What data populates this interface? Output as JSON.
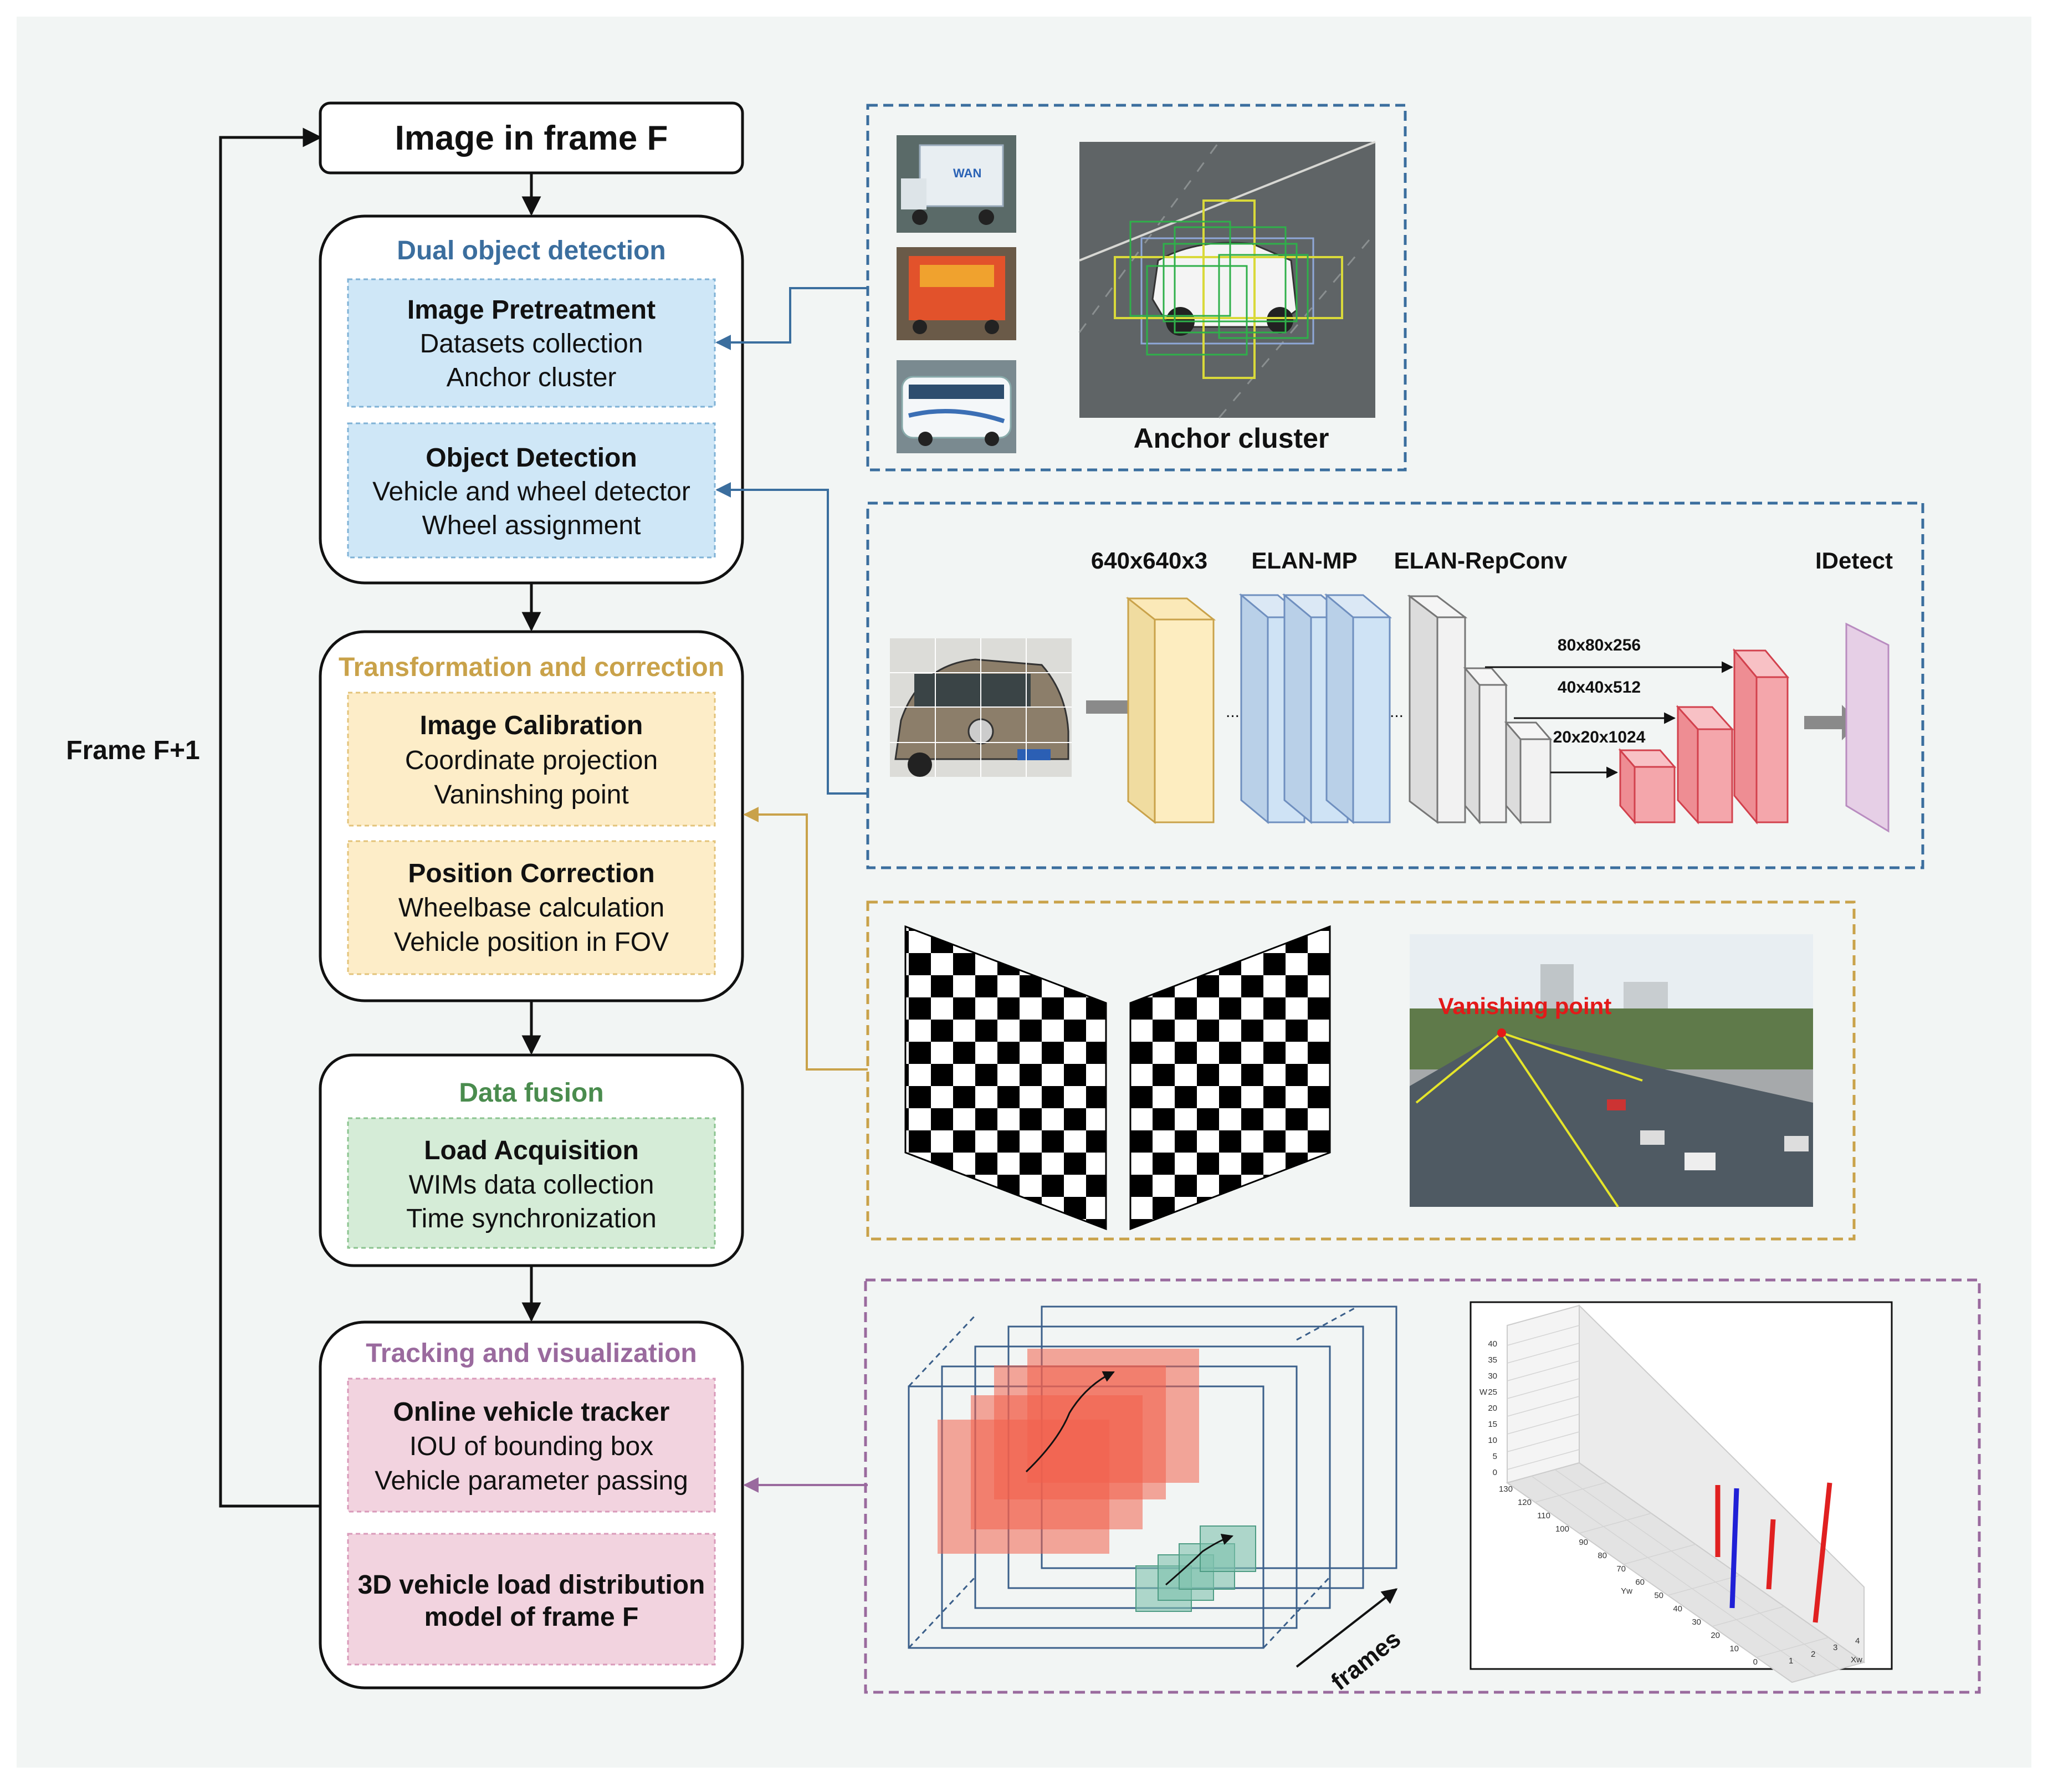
{
  "flow": {
    "top_box": "Image in frame F",
    "loop_label": "Frame F+1",
    "modules": [
      {
        "title": "Dual object detection",
        "title_color": "#3b6e9e",
        "fill": "#cfe7f7",
        "blocks": [
          {
            "heading": "Image Pretreatment",
            "lines": [
              "Datasets collection",
              "Anchor cluster"
            ]
          },
          {
            "heading": "Object Detection",
            "lines": [
              "Vehicle and wheel detector",
              "Wheel assignment"
            ]
          }
        ]
      },
      {
        "title": "Transformation and correction",
        "title_color": "#c9a24a",
        "fill": "#fdedc8",
        "blocks": [
          {
            "heading": "Image Calibration",
            "lines": [
              "Coordinate projection",
              "Vaninshing point"
            ]
          },
          {
            "heading": "Position Correction",
            "lines": [
              "Wheelbase calculation",
              "Vehicle position in FOV"
            ]
          }
        ]
      },
      {
        "title": "Data fusion",
        "title_color": "#4a8c4e",
        "fill": "#d5ecd7",
        "blocks": [
          {
            "heading": "Load Acquisition",
            "lines": [
              "WIMs data collection",
              "Time synchronization"
            ]
          }
        ]
      },
      {
        "title": "Tracking and visualization",
        "title_color": "#9a6a9e",
        "fill": "#f2d3df",
        "blocks": [
          {
            "heading": "Online vehicle tracker",
            "lines": [
              "IOU of bounding box",
              "Vehicle  parameter passing"
            ]
          },
          {
            "heading": "3D vehicle load distribution",
            "lines": [
              "model of frame F"
            ],
            "all_bold": true
          }
        ]
      }
    ]
  },
  "panels": {
    "anchor": {
      "caption": "Anchor cluster",
      "color": "#3b6e9e"
    },
    "network": {
      "color": "#3b6e9e",
      "labels": [
        "640x640x3",
        "ELAN-MP",
        "ELAN-RepConv",
        "IDetect"
      ],
      "scales": [
        "80x80x256",
        "40x40x512",
        "20x20x1024"
      ],
      "ellipsis": "..."
    },
    "calibration": {
      "color": "#c9a24a",
      "vanishing_label": "Vanishing point"
    },
    "tracking": {
      "color": "#9a6a9e",
      "frames_label": "frames",
      "plot": {
        "w_ticks": [
          "40",
          "35",
          "30",
          "25",
          "20",
          "15",
          "10",
          "5",
          "0"
        ],
        "w_label": "W",
        "yw_ticks": [
          "130",
          "120",
          "110",
          "100",
          "90",
          "80",
          "70",
          "60",
          "50",
          "40",
          "30",
          "20",
          "10",
          "0"
        ],
        "yw_label": "Yw",
        "xw_ticks": [
          "1",
          "2",
          "3",
          "4"
        ],
        "xw_label": "Xw"
      }
    }
  },
  "colors": {
    "box_border": "#111111",
    "detect_blue": "#cfe7f7",
    "yolo_input": "#fdedc0",
    "elan_mp": "#cfe3f5",
    "elan_rep": "#f2f2f2",
    "head_red": "#f4a6ab",
    "idetect": "#e6cfe6",
    "track_red": "#f2604c",
    "track_green": "#7fc2ae"
  }
}
